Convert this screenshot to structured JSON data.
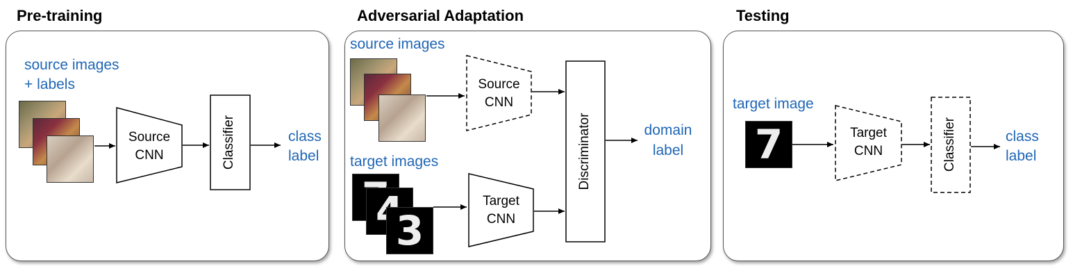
{
  "panels": {
    "pretraining": {
      "title": "Pre-training",
      "input_line1": "source images",
      "input_line2": "+ labels",
      "cnn_line1": "Source",
      "cnn_line2": "CNN",
      "classifier": "Classifier",
      "output_line1": "class",
      "output_line2": "label"
    },
    "adaptation": {
      "title": "Adversarial Adaptation",
      "source_label": "source images",
      "target_label": "target images",
      "source_cnn_line1": "Source",
      "source_cnn_line2": "CNN",
      "target_cnn_line1": "Target",
      "target_cnn_line2": "CNN",
      "discriminator": "Discriminator",
      "output_line1": "domain",
      "output_line2": "label"
    },
    "testing": {
      "title": "Testing",
      "input_label": "target image",
      "cnn_line1": "Target",
      "cnn_line2": "CNN",
      "classifier": "Classifier",
      "output_line1": "class",
      "output_line2": "label"
    }
  },
  "colors": {
    "accent": "#1f66b5",
    "border": "#555555"
  }
}
